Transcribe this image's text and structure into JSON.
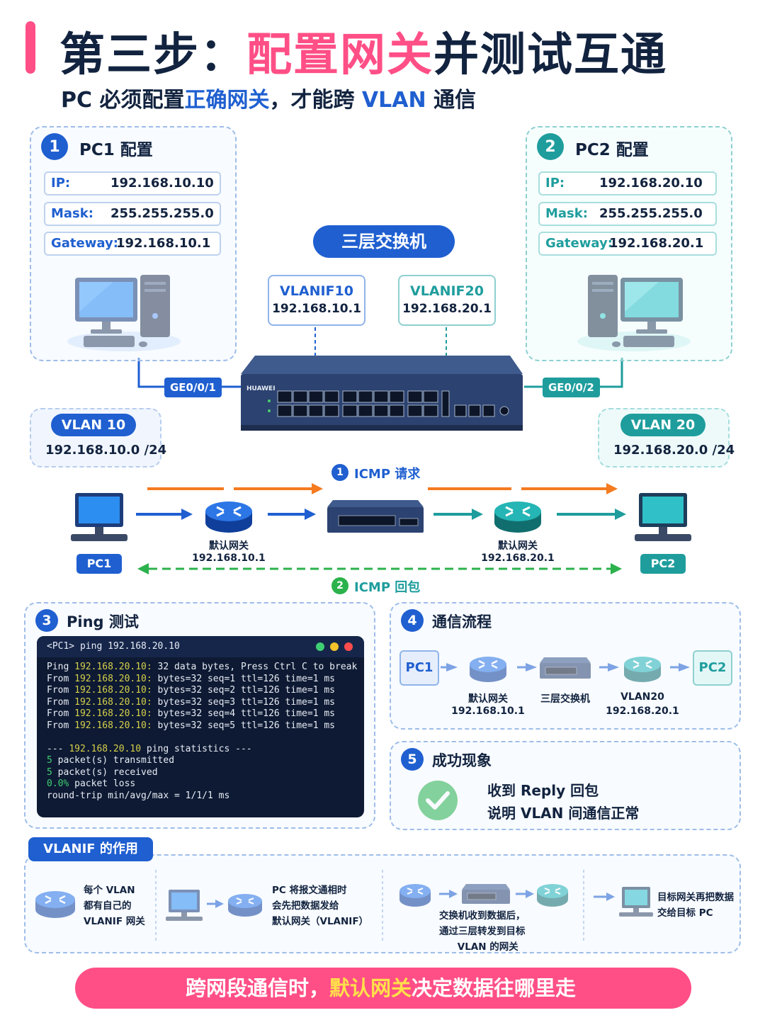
{
  "header": {
    "title_prefix": "第三步：",
    "title_highlight": "配置网关",
    "title_suffix": "并测试互通",
    "subtitle_prefix": "PC 必须配置",
    "subtitle_highlight": "正确网关",
    "subtitle_suffix": "，才能跨 ",
    "subtitle_vlan": "VLAN",
    "subtitle_end": " 通信"
  },
  "pc1": {
    "num": "1",
    "title": "PC1 配置",
    "ip_label": "IP:",
    "ip": "192.168.10.10",
    "mask_label": "Mask:",
    "mask": "255.255.255.0",
    "gw_label": "Gateway:",
    "gw": "192.168.10.1"
  },
  "pc2": {
    "num": "2",
    "title": "PC2 配置",
    "ip_label": "IP:",
    "ip": "192.168.20.10",
    "mask_label": "Mask:",
    "mask": "255.255.255.0",
    "gw_label": "Gateway:",
    "gw": "192.168.20.1"
  },
  "switch": {
    "title": "三层交换机",
    "brand": "HUAWEI",
    "vlanif10_name": "VLANIF10",
    "vlanif10_ip": "192.168.10.1",
    "vlanif20_name": "VLANIF20",
    "vlanif20_ip": "192.168.20.1",
    "port1": "GE0/0/1",
    "port2": "GE0/0/2"
  },
  "vlan10": {
    "name": "VLAN 10",
    "subnet": "192.168.10.0 /24"
  },
  "vlan20": {
    "name": "VLAN 20",
    "subnet": "192.168.20.0 /24"
  },
  "flow": {
    "icmp_req_num": "1",
    "icmp_req": "ICMP 请求",
    "icmp_rep_num": "2",
    "icmp_rep": "ICMP 回包",
    "pc1": "PC1",
    "pc2": "PC2",
    "gw1_label": "默认网关",
    "gw1_ip": "192.168.10.1",
    "gw2_label": "默认网关",
    "gw2_ip": "192.168.20.1"
  },
  "ping": {
    "num": "3",
    "title": "Ping 测试",
    "prompt": "<PC1> ping 192.168.20.10",
    "line0_a": "Ping ",
    "line0_ip": "192.168.20.10:",
    "line0_b": " 32 data bytes, Press Ctrl C to break",
    "from": "From ",
    "ip": "192.168.20.10:",
    "replies": [
      " bytes=32 seq=1 ttl=126 time=1 ms",
      " bytes=32 seq=2 ttl=126 time=1 ms",
      " bytes=32 seq=3 ttl=126 time=1 ms",
      " bytes=32 seq=4 ttl=126 time=1 ms",
      " bytes=32 seq=5 ttl=126 time=1 ms"
    ],
    "stat_a": "--- ",
    "stat_ip": "192.168.20.10",
    "stat_b": " ping statistics ---",
    "tx_n": "5",
    "tx": " packet(s) transmitted",
    "rx_n": "5",
    "rx": " packet(s) received",
    "loss_n": "0.0%",
    "loss": " packet loss",
    "rtt": "round-trip min/avg/max = 1/1/1 ms"
  },
  "process": {
    "num": "4",
    "title": "通信流程",
    "pc1": "PC1",
    "pc2": "PC2",
    "gw_label": "默认网关",
    "gw_ip": "192.168.10.1",
    "switch_label": "三层交换机",
    "vlan20_label": "VLAN20",
    "vlan20_ip": "192.168.20.1"
  },
  "success": {
    "num": "5",
    "title": "成功现象",
    "line1": "收到 Reply 回包",
    "line2": "说明 VLAN 间通信正常"
  },
  "vlanif_role": {
    "title": "VLANIF 的作用",
    "c1": [
      "每个 VLAN",
      "都有自己的",
      "VLANIF 网关"
    ],
    "c2": [
      "PC 将报文通相时",
      "会先把数据发给",
      "默认网关（VLANIF）"
    ],
    "c3": [
      "交换机收到数据后，",
      "通过三层转发到目标",
      "VLAN 的网关"
    ],
    "c4": [
      "目标网关再把数据",
      "交给目标 PC"
    ]
  },
  "footer": {
    "prefix": "跨网段通信时，",
    "highlight": "默认网关",
    "suffix": "决定数据往哪里走"
  },
  "colors": {
    "pink": "#ff4f86",
    "blue": "#1f5fd0",
    "teal": "#1f9d9d",
    "navy": "#12233f",
    "orange": "#f47b20",
    "green": "#2bb24c"
  }
}
